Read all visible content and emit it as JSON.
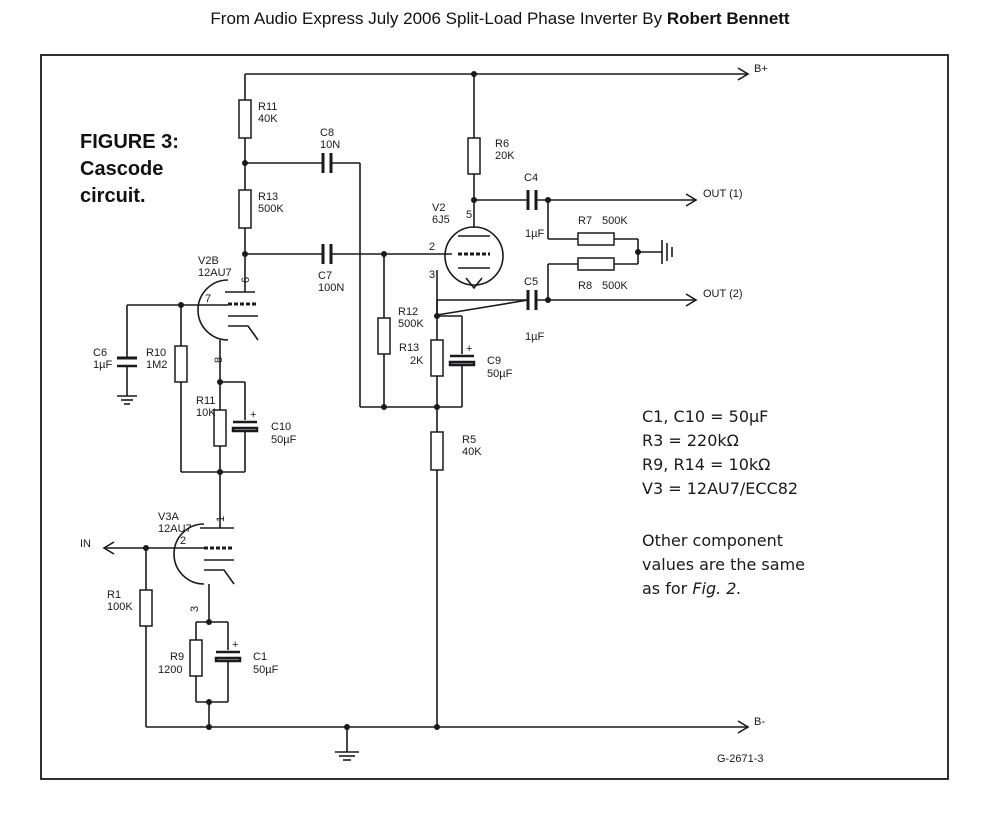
{
  "header": {
    "title_prefix": "From Audio Express July 2006 Split-Load Phase Inverter By",
    "title_author": "Robert Bennett"
  },
  "figure": {
    "title_line1": "FIGURE 3:",
    "title_line2": "Cascode",
    "title_line3": "circuit.",
    "drawing_id": "G-2671-3"
  },
  "rails": {
    "bplus": "B+",
    "bminus": "B-",
    "input": "IN",
    "out1": "OUT (1)",
    "out2": "OUT (2)"
  },
  "components": {
    "r11_top": {
      "name": "R11",
      "value": "40K"
    },
    "r13_top": {
      "name": "R13",
      "value": "500K"
    },
    "c8": {
      "name": "C8",
      "value": "10N"
    },
    "c7": {
      "name": "C7",
      "value": "100N"
    },
    "r6": {
      "name": "R6",
      "value": "20K"
    },
    "c4": {
      "name": "C4",
      "value": "1µF"
    },
    "c5": {
      "name": "C5",
      "value": "1µF"
    },
    "r7": {
      "name": "R7",
      "value": "500K"
    },
    "r8": {
      "name": "R8",
      "value": "500K"
    },
    "v2": {
      "name": "V2",
      "value": "6J5"
    },
    "r12": {
      "name": "R12",
      "value": "500K"
    },
    "r13_cath": {
      "name": "R13",
      "value": "2K"
    },
    "c9": {
      "name": "C9",
      "value": "50µF"
    },
    "r5": {
      "name": "R5",
      "value": "40K"
    },
    "v2b": {
      "name": "V2B",
      "value": "12AU7"
    },
    "c6": {
      "name": "C6",
      "value": "1µF"
    },
    "r10": {
      "name": "R10",
      "value": "1M2"
    },
    "r11_mid": {
      "name": "R11",
      "value": "10K"
    },
    "c10": {
      "name": "C10",
      "value": "50µF"
    },
    "v3a": {
      "name": "V3A",
      "value": "12AU7"
    },
    "r1": {
      "name": "R1",
      "value": "100K"
    },
    "r9": {
      "name": "R9",
      "value": "1200"
    },
    "c1": {
      "name": "C1",
      "value": "50µF"
    }
  },
  "pins": {
    "v2_plate": "5",
    "v2_grid": "2",
    "v2_cathode": "3",
    "v2b_plate": "6",
    "v2b_grid": "7",
    "v2b_cathode": "8",
    "v3a_plate": "1",
    "v3a_grid": "2",
    "v3a_cathode": "3"
  },
  "notes": {
    "line1": "C1, C10 = 50µF",
    "line2": "R3 = 220kΩ",
    "line3": "R9, R14 = 10kΩ",
    "line4": "V3 = 12AU7/ECC82",
    "other1": "Other component",
    "other2": "values are the same",
    "other3_prefix": "as for",
    "other3_ref": "Fig. 2."
  }
}
